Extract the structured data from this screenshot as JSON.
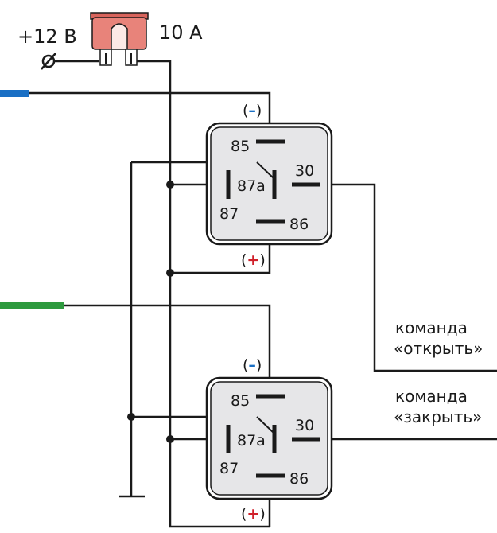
{
  "power": {
    "voltage_label": "+12 В",
    "fuse_rating": "10 А"
  },
  "relays": [
    {
      "pin_85": "85",
      "pin_87a": "87a",
      "pin_87": "87",
      "pin_30": "30",
      "pin_86": "86",
      "minus_open": "(",
      "minus_sign": "–",
      "minus_close": ")",
      "plus_open": "(",
      "plus_sign": "+",
      "plus_close": ")"
    },
    {
      "pin_85": "85",
      "pin_87a": "87a",
      "pin_87": "87",
      "pin_30": "30",
      "pin_86": "86",
      "minus_open": "(",
      "minus_sign": "–",
      "minus_close": ")",
      "plus_open": "(",
      "plus_sign": "+",
      "plus_close": ")"
    }
  ],
  "commands": {
    "open_line1": "команда",
    "open_line2": "«открыть»",
    "close_line1": "команда",
    "close_line2": "«закрыть»"
  },
  "colors": {
    "wire": "#1a1a1a",
    "blue_wire": "#1a6fc4",
    "green_wire": "#2e9a3e",
    "fuse_body": "#e8837a",
    "relay_fill": "#e6e6e8",
    "minus_color": "#1a6fc4",
    "plus_color": "#d0202a"
  }
}
